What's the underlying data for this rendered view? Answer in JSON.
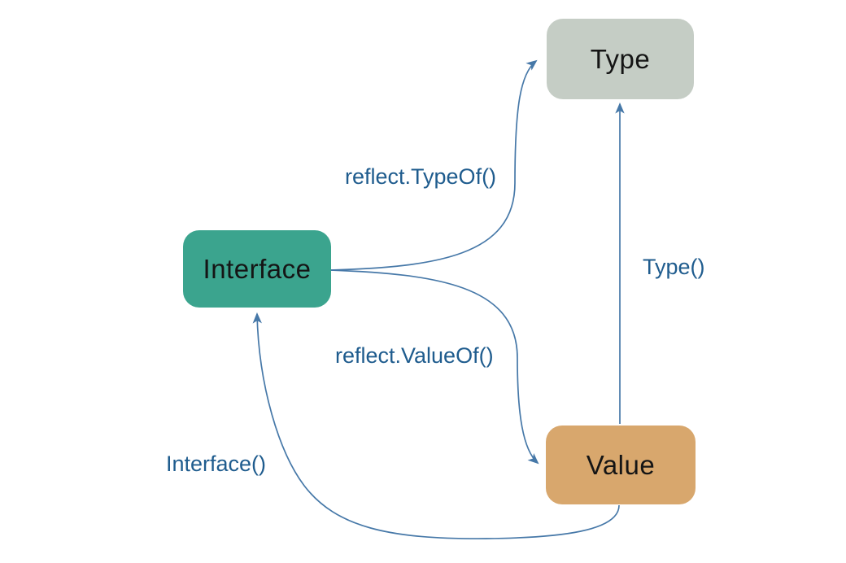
{
  "diagram": {
    "background": "#ffffff",
    "nodes": {
      "type": {
        "label": "Type",
        "fill": "#c5cdc5"
      },
      "interface": {
        "label": "Interface",
        "fill": "#3ba48e"
      },
      "value": {
        "label": "Value",
        "fill": "#d8a76d"
      }
    },
    "edges": {
      "reflect_typeof": {
        "label": "reflect.TypeOf()",
        "from": "Interface",
        "to": "Type"
      },
      "reflect_valueof": {
        "label": "reflect.ValueOf()",
        "from": "Interface",
        "to": "Value"
      },
      "type_method": {
        "label": "Type()",
        "from": "Value",
        "to": "Type"
      },
      "interface_method": {
        "label": "Interface()",
        "from": "Value",
        "to": "Interface"
      }
    },
    "colors": {
      "arrow": "#4678a8",
      "edge_label": "#1f5c8e",
      "node_text": "#151515"
    }
  }
}
